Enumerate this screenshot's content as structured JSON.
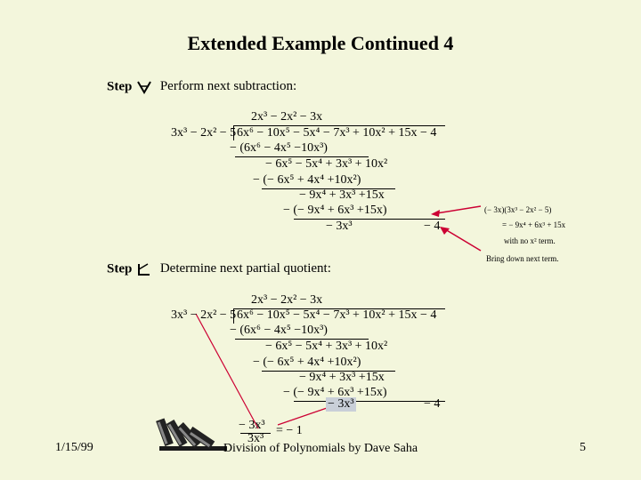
{
  "slide": {
    "title": "Extended Example Continued 4",
    "date": "1/15/99",
    "footer_center": "Division of Polynomials by Dave Saha",
    "page_number": "5"
  },
  "step_a": {
    "label": "Step",
    "text": "Perform next subtraction:"
  },
  "step_b": {
    "label": "Step",
    "text": "Determine next partial quotient:"
  },
  "division": {
    "quotient": "2x³ − 2x² − 3x",
    "divisor": "3x³ − 2x² − 5",
    "dividend": "6x⁶ − 10x⁵ − 5x⁴ − 7x³ + 10x² + 15x − 4",
    "line1": "− (6x⁶ −  4x⁵       −10x³)",
    "line2": "−  6x⁵ − 5x⁴ + 3x³ + 10x²",
    "line3": "− (− 6x⁵ + 4x⁴       +10x²)",
    "line4": "− 9x⁴ + 3x³          +15x",
    "line5": "− (− 9x⁴ + 6x³        +15x)",
    "rem_a": "− 3x³",
    "rem_b": "− 4"
  },
  "annotation": {
    "line1": "(− 3x)(3x³ − 2x² − 5)",
    "line2": "= − 9x⁴ + 6x³ + 15x",
    "line3": "with no x² term.",
    "line4": "Bring down next term."
  },
  "partial_quotient": {
    "numerator": "− 3x³",
    "denominator": "3x³",
    "result": "= − 1"
  }
}
